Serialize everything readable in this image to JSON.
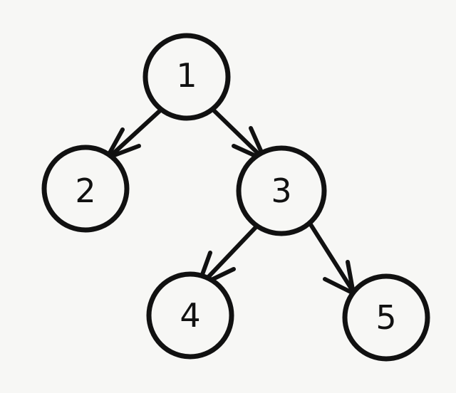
{
  "diagram": {
    "type": "binary-tree",
    "nodes": [
      {
        "id": "1",
        "label": "1"
      },
      {
        "id": "2",
        "label": "2"
      },
      {
        "id": "3",
        "label": "3"
      },
      {
        "id": "4",
        "label": "4"
      },
      {
        "id": "5",
        "label": "5"
      }
    ],
    "edges": [
      {
        "from": "1",
        "to": "2"
      },
      {
        "from": "1",
        "to": "3"
      },
      {
        "from": "3",
        "to": "4"
      },
      {
        "from": "3",
        "to": "5"
      }
    ],
    "colors": {
      "stroke": "#111111",
      "background": "#f7f7f5"
    }
  }
}
